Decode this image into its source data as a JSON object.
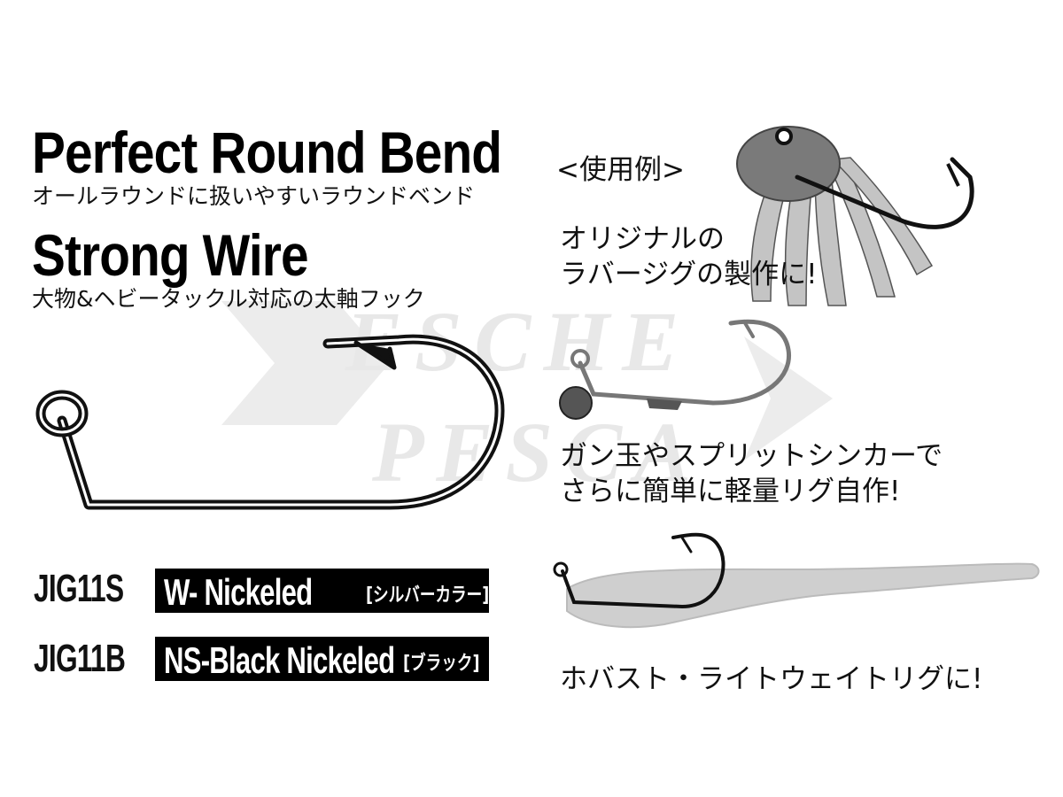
{
  "headline1": "Perfect Round Bend",
  "subtitle1": "オールラウンドに扱いやすいラウンドベンド",
  "headline2": "Strong Wire",
  "subtitle2": "大物&ヘビータックル対応の太軸フック",
  "usage_label": "<使用例>",
  "usage": [
    {
      "line1": "オリジナルの",
      "line2": "ラバージグの製作に!"
    },
    {
      "line1": "ガン玉やスプリットシンカーで",
      "line2": "さらに簡単に軽量リグ自作!"
    },
    {
      "line1": "ホバスト・ライトウェイトリグに!"
    }
  ],
  "variants": [
    {
      "code": "JIG11S",
      "finish": "W- Nickeled",
      "color": "[シルバーカラー]"
    },
    {
      "code": "JIG11B",
      "finish": "NS-Black Nickeled",
      "color": "[ブラック]"
    }
  ],
  "watermark": {
    "line1": "ESCHE",
    "line2": "PESCA"
  },
  "colors": {
    "ink": "#111111",
    "watermark": "#e8e8e8",
    "jig_head": "#7a7a7a",
    "skirt": "#bdbdbd",
    "worm": "#c9c9c9"
  },
  "icons": [
    "jig-hook-icon",
    "rubber-jig-icon",
    "split-shot-rig-icon",
    "soft-worm-rig-icon",
    "watermark-logo-icon"
  ]
}
